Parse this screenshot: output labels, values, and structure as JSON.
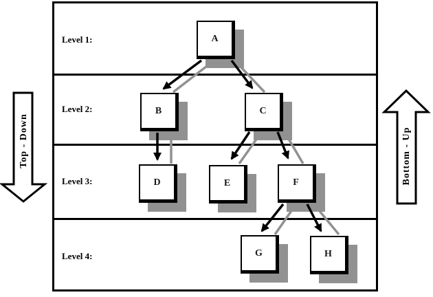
{
  "diagram": {
    "type": "tree-hierarchy",
    "levels": {
      "l1": {
        "label": "Level 1:"
      },
      "l2": {
        "label": "Level 2:"
      },
      "l3": {
        "label": "Level 3:"
      },
      "l4": {
        "label": "Level 4:"
      }
    },
    "nodes": {
      "A": {
        "label": "A",
        "level": 1
      },
      "B": {
        "label": "B",
        "level": 2
      },
      "C": {
        "label": "C",
        "level": 2
      },
      "D": {
        "label": "D",
        "level": 3
      },
      "E": {
        "label": "E",
        "level": 3
      },
      "F": {
        "label": "F",
        "level": 3
      },
      "G": {
        "label": "G",
        "level": 4
      },
      "H": {
        "label": "H",
        "level": 4
      }
    },
    "edges": [
      {
        "parent": "A",
        "child": "B"
      },
      {
        "parent": "A",
        "child": "C"
      },
      {
        "parent": "B",
        "child": "D"
      },
      {
        "parent": "C",
        "child": "E"
      },
      {
        "parent": "C",
        "child": "F"
      },
      {
        "parent": "F",
        "child": "G"
      },
      {
        "parent": "F",
        "child": "H"
      }
    ],
    "arrows": {
      "left": {
        "label": "Top - Down",
        "direction": "down"
      },
      "right": {
        "label": "Bottom - Up",
        "direction": "up"
      }
    },
    "colors": {
      "forward_edge": "#000000",
      "backward_edge": "#919191",
      "node_shadow": "#919191",
      "node_fill": "#ffffff",
      "border": "#000000",
      "background": "#ffffff"
    }
  }
}
